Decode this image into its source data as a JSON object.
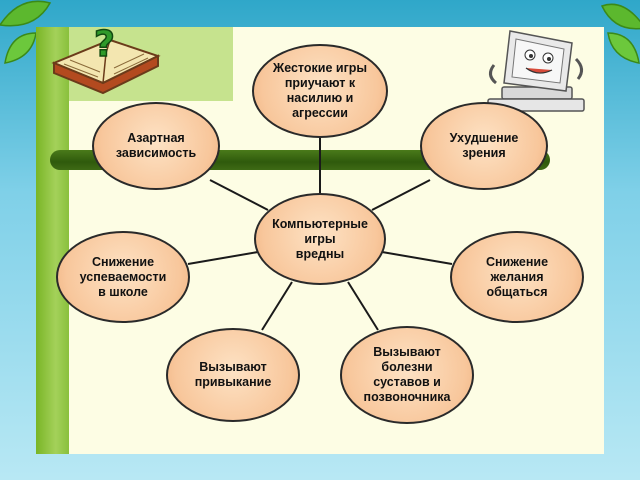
{
  "diagram": {
    "center": "Компьютерные\nигры\nвредны",
    "nodes": [
      {
        "key": "violence",
        "text": "Жестокие игры\nприучают к\nнасилию и\nагрессии"
      },
      {
        "key": "gambling",
        "text": "Азартная\nзависимость"
      },
      {
        "key": "vision",
        "text": "Ухудшение\nзрения"
      },
      {
        "key": "school",
        "text": "Снижение\nуспеваемости\nв школе"
      },
      {
        "key": "communication",
        "text": "Снижение\nжелания\nобщаться"
      },
      {
        "key": "addiction",
        "text": "Вызывают\nпривыкание"
      },
      {
        "key": "joints",
        "text": "Вызывают\nболезни\nсуставов и\nпозвоночника"
      }
    ]
  },
  "icons": [
    "book-question-icon",
    "computer-character-icon",
    "leaf-icon"
  ],
  "colors": {
    "node_fill": "#f8c79c",
    "slide_bg": "#fdfde4",
    "accent_green": "#79b526",
    "rail": "#2f5a0c"
  }
}
